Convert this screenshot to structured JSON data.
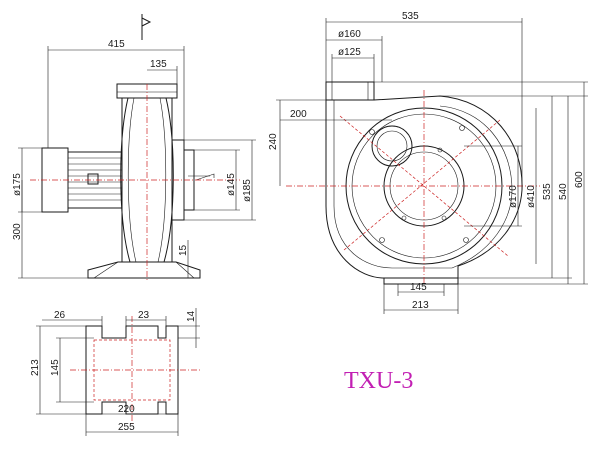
{
  "model": "TXU-3",
  "colors": {
    "line": "#1a1a1a",
    "centerline": "#cc2222",
    "label": "#c21fb3",
    "background": "#ffffff"
  },
  "side_view": {
    "width": "415",
    "outlet": "135",
    "motor_dia": "ø175",
    "inlet_outer": "ø185",
    "inlet_inner": "ø145",
    "height": "300",
    "base_thickness": "15"
  },
  "front_view": {
    "width": "535",
    "outlet_outer": "ø160",
    "outlet_inner": "ø125",
    "offset_h": "200",
    "offset_v": "240",
    "inlet": "ø170",
    "casing": "ø410",
    "h1": "535",
    "h2": "540",
    "h3": "600",
    "base_inner": "145",
    "base_outer": "213"
  },
  "base_view": {
    "slot": "26",
    "gap": "23",
    "tab": "14",
    "depth_outer": "213",
    "depth_inner": "145",
    "width_inner": "220",
    "width_outer": "255"
  }
}
